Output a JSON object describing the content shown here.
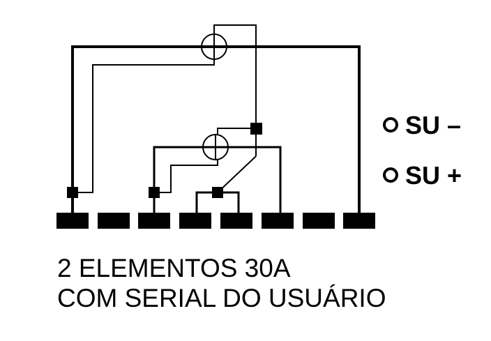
{
  "caption": {
    "line1": "2 ELEMENTOS 30A",
    "line2": "COM SERIAL DO USUÁRIO"
  },
  "terminals": [
    {
      "id": "su-minus",
      "label": "SU –"
    },
    {
      "id": "su-plus",
      "label": "SU +"
    }
  ],
  "colors": {
    "ink": "#000000",
    "background": "#ffffff"
  }
}
